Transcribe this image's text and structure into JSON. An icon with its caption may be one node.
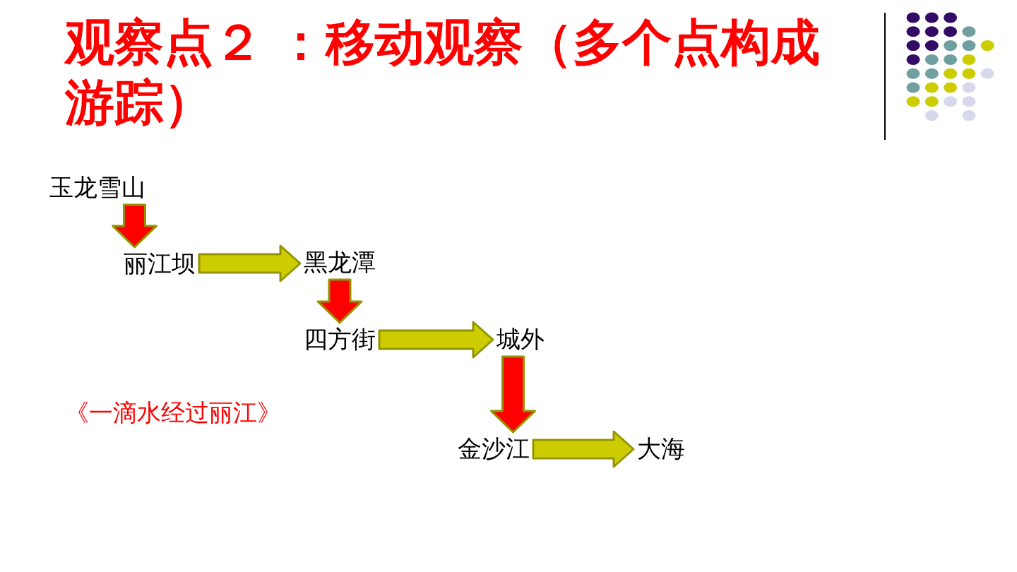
{
  "diagram": {
    "title": "观察点２ ：移动观察（多个点构成游踪）",
    "nodes": [
      {
        "text": [
          "玉龙雪山"
        ]
      },
      {
        "text": [
          "丽江坝"
        ]
      },
      {
        "text": [
          "黑龙潭"
        ]
      },
      {
        "text": [
          "四方街"
        ]
      },
      {
        "text": [
          "城外"
        ]
      },
      {
        "text": [
          "金沙江"
        ]
      },
      {
        "text": [
          "大海"
        ]
      }
    ],
    "edges": [
      {
        "from": 0,
        "to": 1,
        "arrow": "to",
        "color": "#ff0000"
      },
      {
        "from": 1,
        "to": 2,
        "arrow": "to"
      },
      {
        "from": 2,
        "to": 3,
        "arrow": "to",
        "color": "#ff0000"
      },
      {
        "from": 3,
        "to": 4,
        "arrow": "to"
      },
      {
        "from": 4,
        "to": 5,
        "arrow": "to",
        "color": "#ff0000"
      },
      {
        "from": 5,
        "to": 6,
        "arrow": "to"
      }
    ],
    "labels": [
      "《一滴水经过丽江》"
    ]
  }
}
